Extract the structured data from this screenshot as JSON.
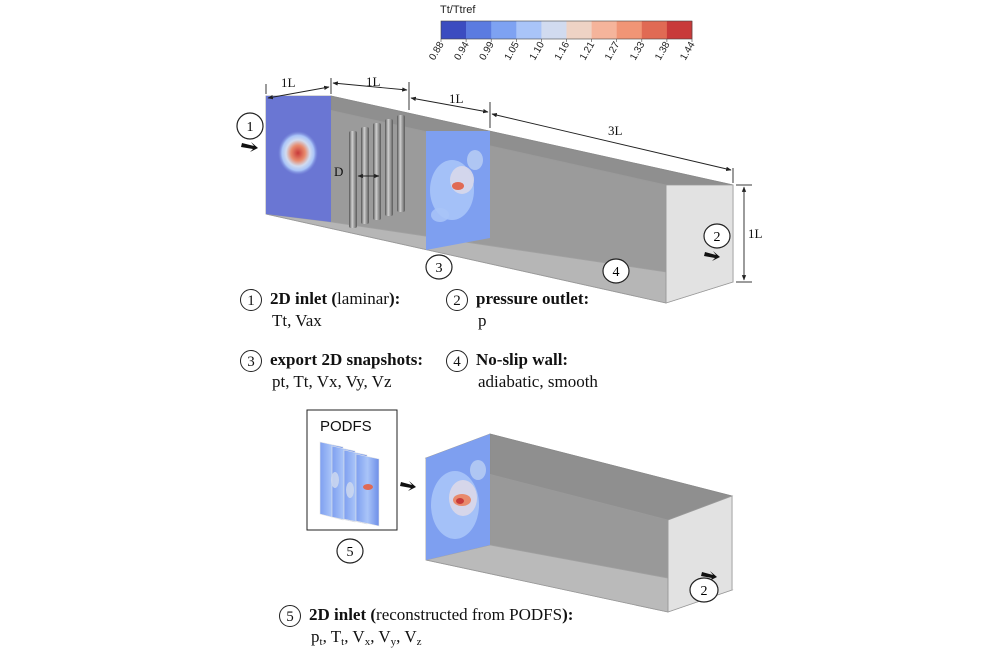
{
  "colorbar": {
    "title": "Tt/Ttref",
    "ticks": [
      "0.88",
      "0.94",
      "0.99",
      "1.05",
      "1.10",
      "1.16",
      "1.21",
      "1.27",
      "1.33",
      "1.38",
      "1.44"
    ],
    "colors": [
      "#3b4cc0",
      "#5b7be0",
      "#7ea2f2",
      "#a9c4f8",
      "#d1dbef",
      "#eed3c5",
      "#f5b49b",
      "#f09576",
      "#e06a54",
      "#c83a3a"
    ]
  },
  "top_domain": {
    "dims": {
      "inlet": "1L",
      "cylinders": "1L",
      "snapshot": "1L",
      "rest": "3L",
      "height": "1L",
      "diameter": "D"
    },
    "markers": [
      "1",
      "2",
      "3",
      "4"
    ]
  },
  "legend": {
    "item1": {
      "num": "1",
      "title": "2D inlet (",
      "title_tail": "laminar",
      "title_end": "):",
      "vars": "Tt, Vax"
    },
    "item2": {
      "num": "2",
      "title": "pressure outlet:",
      "vars": "p"
    },
    "item3": {
      "num": "3",
      "title": "export 2D snapshots:",
      "vars": "pt, Tt, Vx, Vy, Vz"
    },
    "item4": {
      "num": "4",
      "title": "No-slip wall:",
      "vars": "adiabatic, smooth"
    },
    "item5": {
      "num": "5",
      "title": "2D inlet (",
      "title_tail": "reconstructed from PODFS",
      "title_end": "):"
    }
  },
  "podfs_box": {
    "label": "PODFS",
    "marker": "5"
  },
  "bottom_domain": {
    "markers": [
      "2"
    ]
  }
}
